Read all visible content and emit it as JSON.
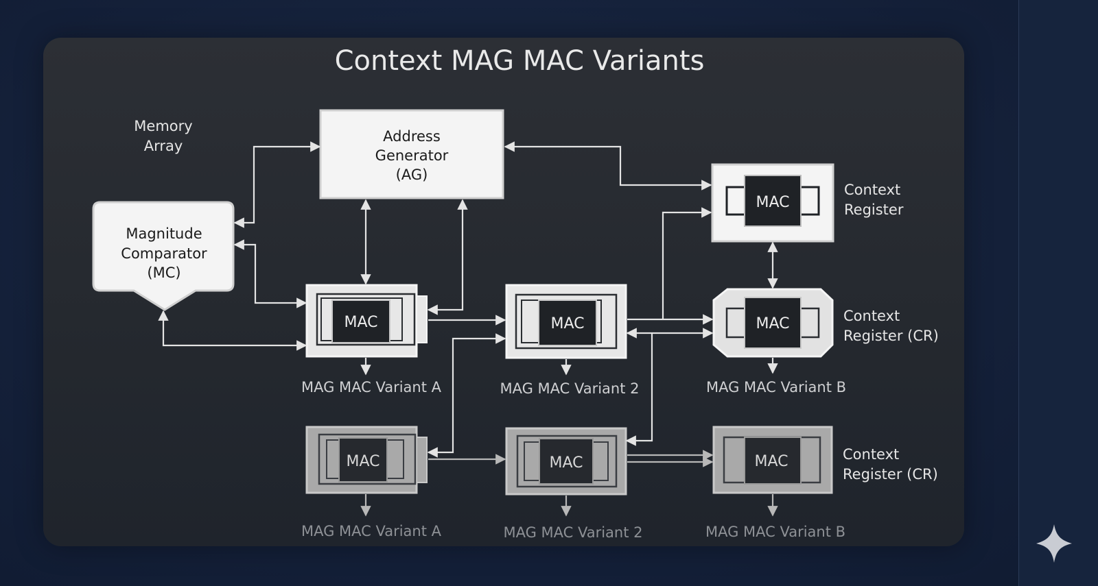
{
  "title": "Context MAG MAC Variants",
  "labels": {
    "memory_array_l1": "Memory",
    "memory_array_l2": "Array"
  },
  "blocks": {
    "address_generator": {
      "l1": "Address",
      "l2": "Generator",
      "l3": "(AG)"
    },
    "magnitude_comparator": {
      "l1": "Magnitude",
      "l2": "Comparator",
      "l3": "(MC)"
    }
  },
  "mac_label": "MAC",
  "context_labels": {
    "top_l1": "Context",
    "top_l2": "Register",
    "mid_l1": "Context",
    "mid_l2": "Register (CR)",
    "bot_l1": "Context",
    "bot_l2": "Register (CR)"
  },
  "captions": {
    "row1": [
      "MAG MAC Variant A",
      "MAG MAC Variant 2",
      "MAG MAC Variant B"
    ],
    "row2": [
      "MAG MAC Variant A",
      "MAG MAC Variant 2",
      "MAG MAC Variant B"
    ]
  },
  "colors": {
    "page_bg": "#14213a",
    "panel_bg": "#2a2e34",
    "block_fill": "#f4f4f4",
    "mac_core": "#1f2226",
    "dim_block_fill": "#a9a9a9"
  },
  "icons": {
    "corner": "sparkle-icon"
  }
}
